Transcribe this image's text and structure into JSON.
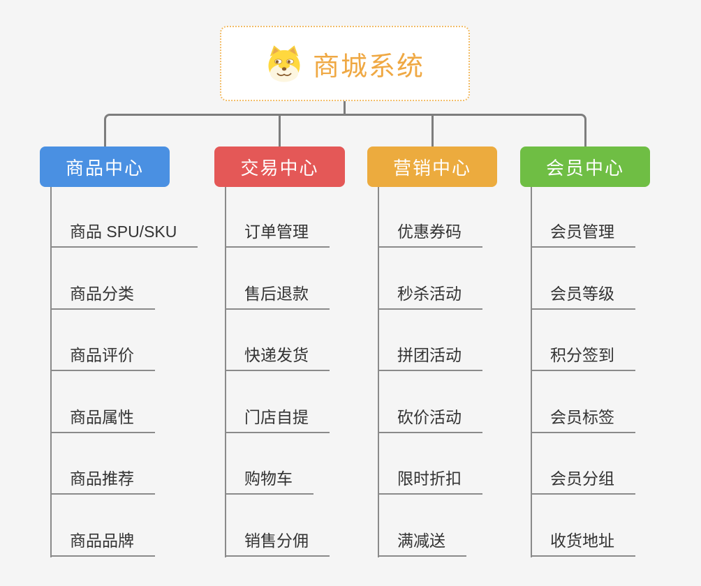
{
  "root": {
    "title": "商城系统",
    "icon": "doge-icon",
    "accent_color": "#efa843",
    "border_color": "#f2bc66"
  },
  "connector_color": "#7d7d7d",
  "branches": [
    {
      "label": "商品中心",
      "color": "#4a90e2",
      "items": [
        "商品 SPU/SKU",
        "商品分类",
        "商品评价",
        "商品属性",
        "商品推荐",
        "商品品牌"
      ]
    },
    {
      "label": "交易中心",
      "color": "#e45857",
      "items": [
        "订单管理",
        "售后退款",
        "快递发货",
        "门店自提",
        "购物车",
        "销售分佣"
      ]
    },
    {
      "label": "营销中心",
      "color": "#ecab3e",
      "items": [
        "优惠券码",
        "秒杀活动",
        "拼团活动",
        "砍价活动",
        "限时折扣",
        "满减送"
      ]
    },
    {
      "label": "会员中心",
      "color": "#6fbe44",
      "items": [
        "会员管理",
        "会员等级",
        "积分签到",
        "会员标签",
        "会员分组",
        "收货地址"
      ]
    }
  ]
}
